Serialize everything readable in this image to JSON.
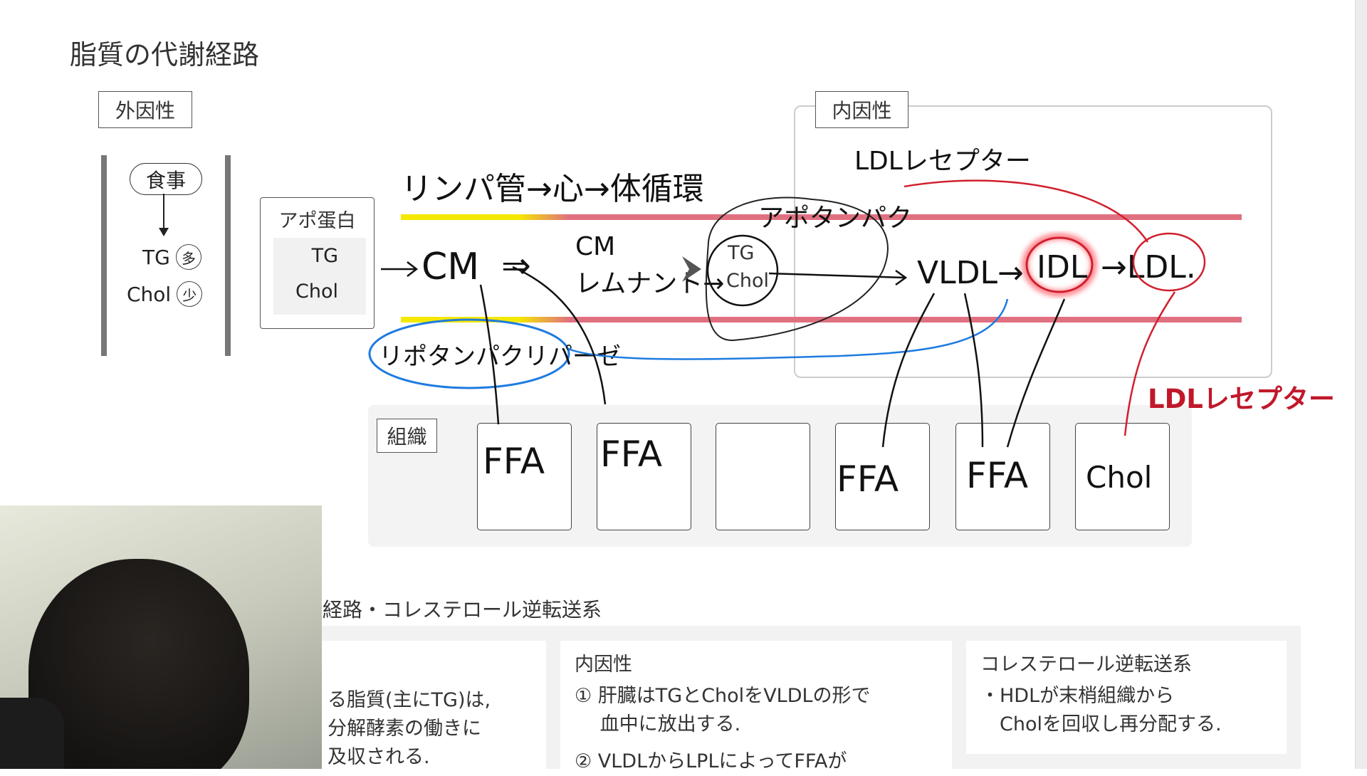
{
  "slide": {
    "title": "脂質の代謝経路",
    "exogenous_label": "外因性",
    "endogenous_label": "内因性",
    "meal_label": "食事",
    "tg_label": "TG",
    "tg_amount": "多",
    "chol_label": "Chol",
    "chol_amount": "少",
    "apoprotein_label": "アポ蛋白",
    "apo_tg": "TG",
    "apo_chol": "Chol",
    "tissue_label": "組織",
    "tissue_boxes": [
      "FFA",
      "FFA",
      "",
      "FFA",
      "FFA",
      "Chol"
    ],
    "ldl_receptor_typed": "LDLレセプター",
    "section_heading": "経路・コレステロール逆転送系"
  },
  "annotations": {
    "lymph": "リンパ管→心→体循環",
    "cm": "CM",
    "double_arrow": "⇒",
    "cm_remnant_1": "CM",
    "cm_remnant_2": "レムナント→",
    "liver_tg": "TG",
    "liver_chol": "Chol",
    "apoprotein": "アポタンパク",
    "vldl": "VLDL→",
    "idl": "IDL",
    "ldl": "→LDL.",
    "ldl_receptor_hand": "LDLレセプター",
    "lpl": "リポタンパクリパーゼ",
    "colors": {
      "red": "#d0202e",
      "blue": "#1e7be0",
      "pink_line": "#e07080",
      "yellow": "#f5e800"
    }
  },
  "cards": [
    {
      "lines": [
        "る脂質(主にTG)は,",
        "分解酵素の働きに",
        "及収される."
      ]
    },
    {
      "title": "内因性",
      "lines": [
        "① 肝臓はTGとCholをVLDLの形で",
        "　 血中に放出する.",
        "② VLDLからLPLによってFFAが"
      ]
    },
    {
      "title": "コレステロール逆転送系",
      "lines": [
        "・HDLが末梢組織から",
        "　Cholを回収し再分配する."
      ]
    }
  ]
}
